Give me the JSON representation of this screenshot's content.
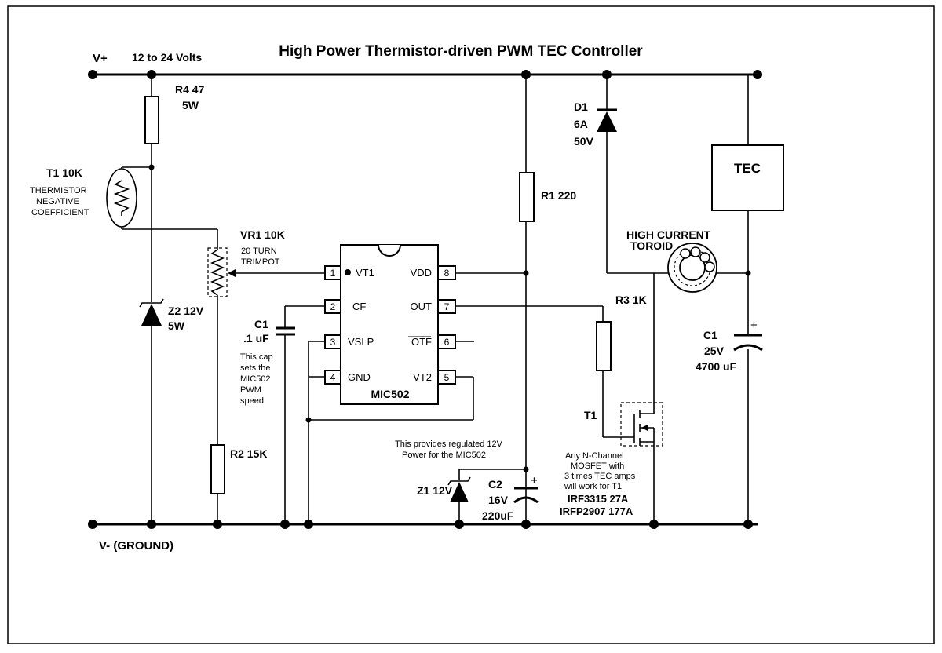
{
  "title": "High Power Thermistor-driven PWM TEC Controller",
  "rails": {
    "vplus": "V+",
    "supply": "12 to 24 Volts",
    "vminus": "V- (GROUND)"
  },
  "r4": {
    "name": "R4 47",
    "watt": "5W"
  },
  "thermistor": {
    "name": "T1 10K",
    "l1": "THERMISTOR",
    "l2": "NEGATIVE",
    "l3": "COEFFICIENT"
  },
  "vr1": {
    "name": "VR1 10K",
    "l1": "20 TURN",
    "l2": "TRIMPOT"
  },
  "z2": {
    "name": "Z2 12V",
    "watt": "5W"
  },
  "r2": {
    "name": "R2 15K"
  },
  "c1_small": {
    "name": "C1",
    "value": ".1 uF",
    "n1": "This cap",
    "n2": "sets  the",
    "n3": "MIC502",
    "n4": "PWM",
    "n5": "speed"
  },
  "ic": {
    "name": "MIC502",
    "pins": [
      {
        "num": "1",
        "label": "VT1"
      },
      {
        "num": "2",
        "label": "CF"
      },
      {
        "num": "3",
        "label": "VSLP"
      },
      {
        "num": "4",
        "label": "GND"
      },
      {
        "num": "8",
        "label": "VDD"
      },
      {
        "num": "7",
        "label": "OUT"
      },
      {
        "num": "6",
        "label": "OTF"
      },
      {
        "num": "5",
        "label": "VT2"
      }
    ]
  },
  "r1": {
    "name": "R1  220"
  },
  "reg_note": {
    "l1": "This provides regulated 12V",
    "l2": "Power for the MIC502"
  },
  "z1": {
    "name": "Z1 12V"
  },
  "c2": {
    "name": "C2",
    "volt": "16V",
    "cap": "220uF"
  },
  "d1": {
    "name": "D1",
    "amp": "6A",
    "volt": "50V"
  },
  "tec": {
    "name": "TEC"
  },
  "toroid": {
    "l1": "HIGH CURRENT",
    "l2": "TOROID"
  },
  "r3": {
    "name": "R3 1K"
  },
  "c1_big": {
    "name": "C1",
    "volt": "25V",
    "cap": "4700 uF"
  },
  "mosfet": {
    "name": "T1",
    "n1": "Any N-Channel",
    "n2": "MOSFET with",
    "n3": "3 times TEC amps",
    "n4": "will work for T1",
    "p1": "IRF3315 27A",
    "p2": "IRFP2907 177A"
  }
}
